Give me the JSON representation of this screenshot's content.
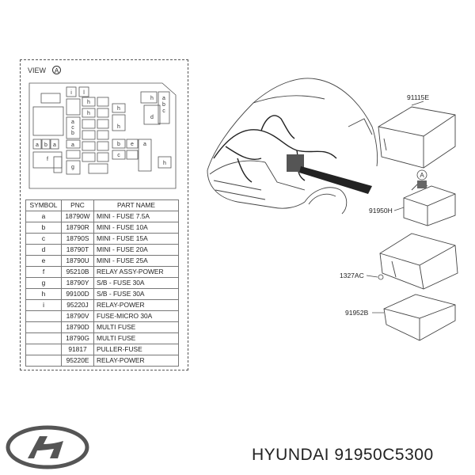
{
  "view": {
    "label": "VIEW",
    "marker": "A"
  },
  "fuse_box": {
    "cell_labels": [
      "i",
      "l",
      "h",
      "a",
      "b",
      "c",
      "d",
      "e",
      "f",
      "g"
    ]
  },
  "table": {
    "headers": {
      "symbol": "SYMBOL",
      "pnc": "PNC",
      "part_name": "PART NAME"
    },
    "rows": [
      {
        "symbol": "a",
        "pnc": "18790W",
        "part_name": "MINI - FUSE 7.5A"
      },
      {
        "symbol": "b",
        "pnc": "18790R",
        "part_name": "MINI - FUSE 10A"
      },
      {
        "symbol": "c",
        "pnc": "18790S",
        "part_name": "MINI - FUSE 15A"
      },
      {
        "symbol": "d",
        "pnc": "18790T",
        "part_name": "MINI - FUSE 20A"
      },
      {
        "symbol": "e",
        "pnc": "18790U",
        "part_name": "MINI - FUSE 25A"
      },
      {
        "symbol": "f",
        "pnc": "95210B",
        "part_name": "RELAY ASSY-POWER"
      },
      {
        "symbol": "g",
        "pnc": "18790Y",
        "part_name": "S/B - FUSE 30A"
      },
      {
        "symbol": "h",
        "pnc": "99100D",
        "part_name": "S/B - FUSE 30A"
      },
      {
        "symbol": "i",
        "pnc": "95220J",
        "part_name": "RELAY-POWER"
      },
      {
        "symbol": "",
        "pnc": "18790V",
        "part_name": "FUSE-MICRO 30A"
      },
      {
        "symbol": "",
        "pnc": "18790D",
        "part_name": "MULTI FUSE"
      },
      {
        "symbol": "",
        "pnc": "18790G",
        "part_name": "MULTI FUSE"
      },
      {
        "symbol": "",
        "pnc": "91817",
        "part_name": "PULLER-FUSE"
      },
      {
        "symbol": "",
        "pnc": "95220E",
        "part_name": "RELAY-POWER"
      }
    ]
  },
  "callouts": {
    "cover": "91115E",
    "view_marker": "A",
    "fuse_relay_box": "91950H",
    "nut": "1327AC",
    "lower_case": "91952B"
  },
  "brand": {
    "part_number_text": "HYUNDAI 91950C5300"
  },
  "icons": {
    "logo": "hyundai-logo-icon"
  }
}
